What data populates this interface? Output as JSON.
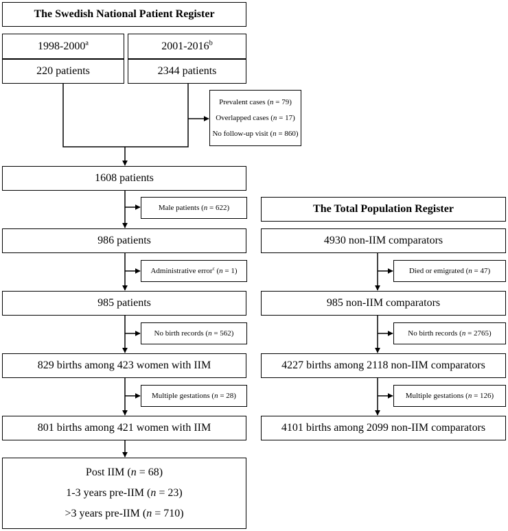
{
  "nodes": {
    "npr_title": "The Swedish National Patient Register",
    "period_a": {
      "text": "1998-2000",
      "sup": "a"
    },
    "period_b": {
      "text": "2001-2016",
      "sup": "b"
    },
    "patients_a": "220 patients",
    "patients_b": "2344 patients",
    "excl1": {
      "prevalent": {
        "pre": "Prevalent cases (",
        "n": "n",
        "post": " = 79)"
      },
      "overlapped": {
        "pre": "Overlapped cases (",
        "n": "n",
        "post": " = 17)"
      },
      "nofollow": {
        "pre": "No follow-up visit (",
        "n": "n",
        "post": " = 860)"
      }
    },
    "p1608": "1608 patients",
    "male": {
      "pre": "Male patients (",
      "n": "n",
      "post": " = 622)"
    },
    "p986": "986 patients",
    "admin": {
      "pre": "Administrative error",
      "sup": "c",
      "mid": " (",
      "n": "n",
      "post": " = 1)"
    },
    "p985": "985 patients",
    "nobirth_l": {
      "pre": "No birth records (",
      "n": "n",
      "post": " = 562)"
    },
    "births_829": "829 births among 423 women with IIM",
    "multi_l": {
      "pre": "Multiple gestations (",
      "n": "n",
      "post": " = 28)"
    },
    "births_801": "801 births among 421 women with IIM",
    "final": {
      "post": {
        "pre": "Post IIM (",
        "n": "n",
        "post": " = 68)"
      },
      "pre13": {
        "pre": "1-3 years pre-IIM (",
        "n": "n",
        "post": " = 23)"
      },
      "pre3": {
        "pre": ">3 years pre-IIM (",
        "n": "n",
        "post": " = 710)"
      }
    },
    "tpr_title": "The Total Population Register",
    "c4930": "4930 non-IIM comparators",
    "died": {
      "pre": "Died or emigrated (",
      "n": "n",
      "post": " = 47)"
    },
    "c985": "985 non-IIM comparators",
    "nobirth_r": {
      "pre": "No birth records (",
      "n": "n",
      "post": " = 2765)"
    },
    "births_4227": "4227 births among 2118 non-IIM comparators",
    "multi_r": {
      "pre": "Multiple gestations (",
      "n": "n",
      "post": " = 126)"
    },
    "births_4101": "4101 births among 2099 non-IIM comparators"
  }
}
